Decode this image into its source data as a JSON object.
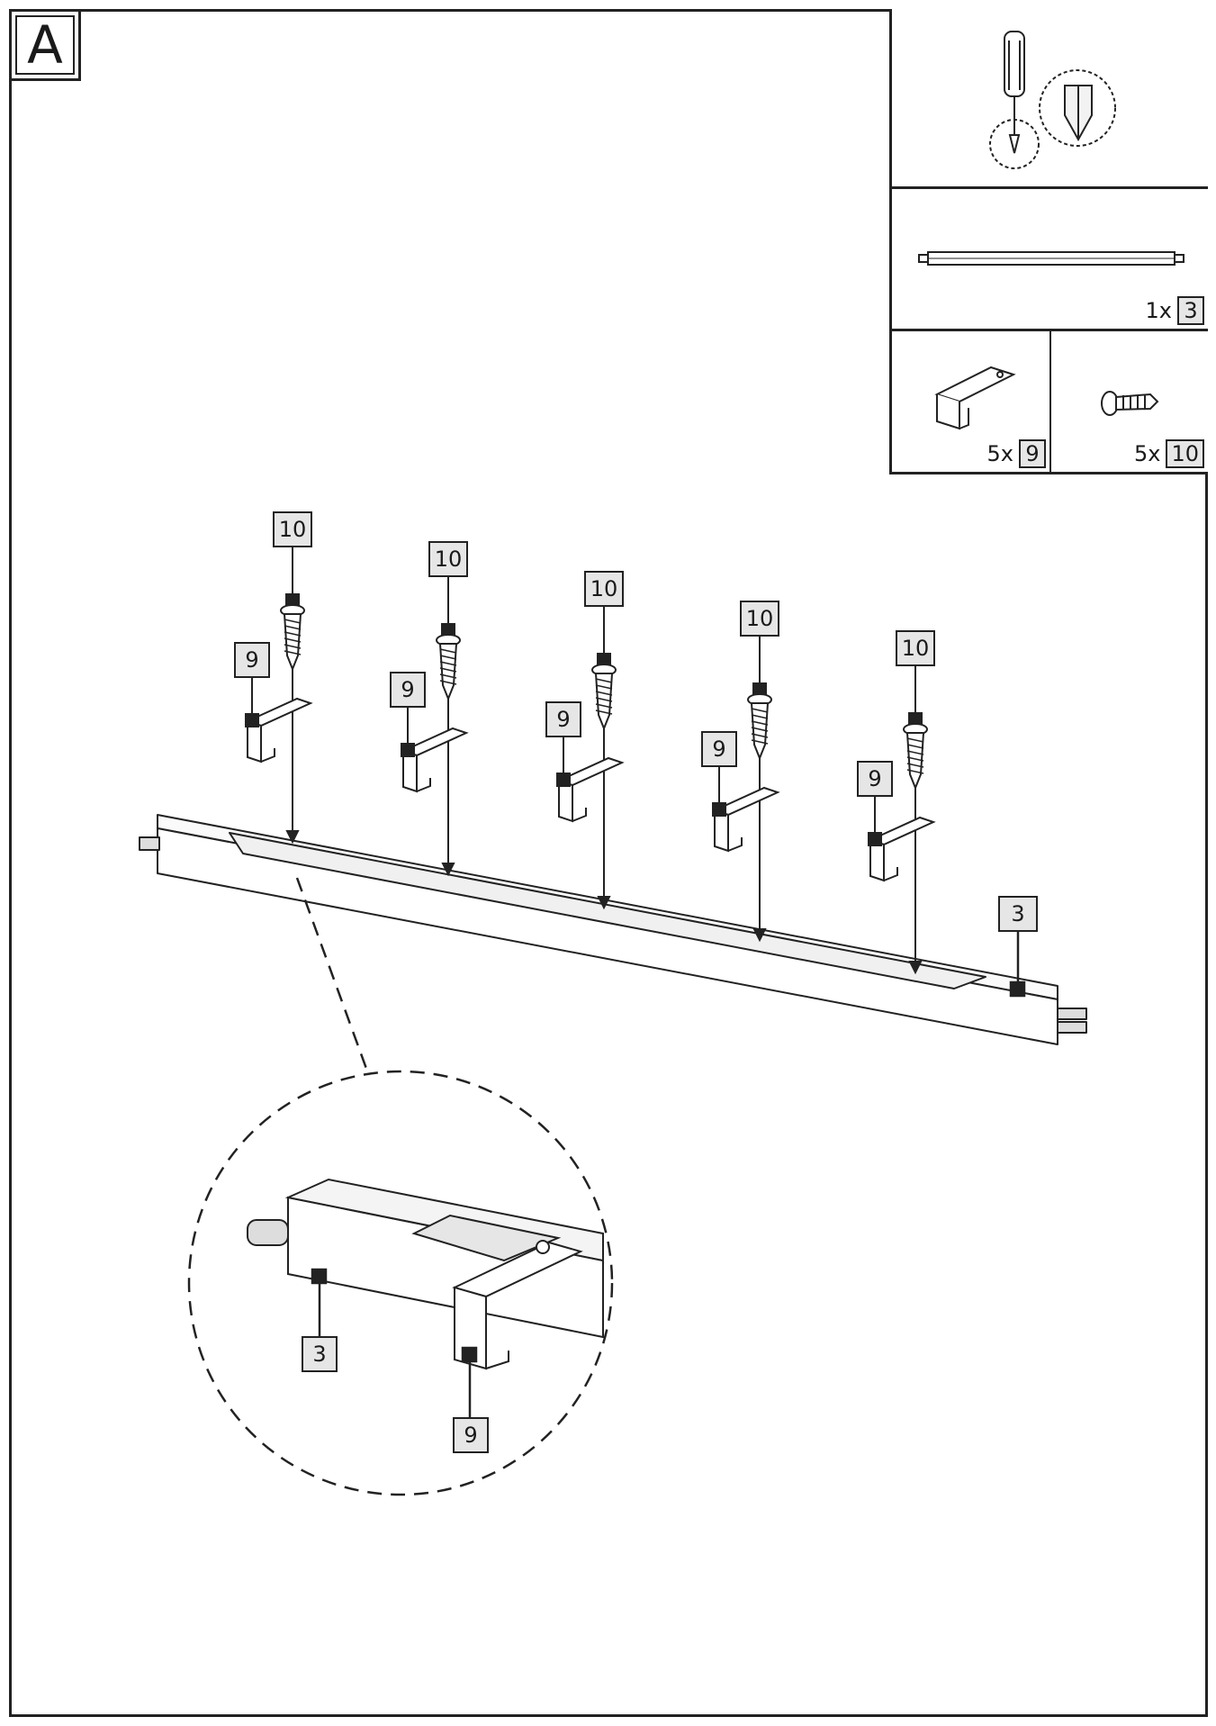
{
  "step": {
    "letter": "A"
  },
  "panel": {
    "rail_qty": {
      "count": "1x",
      "part": "3"
    },
    "bracket_qty": {
      "count": "5x",
      "part": "9"
    },
    "screw_qty": {
      "count": "5x",
      "part": "10"
    }
  },
  "callouts": {
    "screw": "10",
    "bracket": "9",
    "rail": "3"
  },
  "detail": {
    "rail": "3",
    "bracket": "9"
  }
}
